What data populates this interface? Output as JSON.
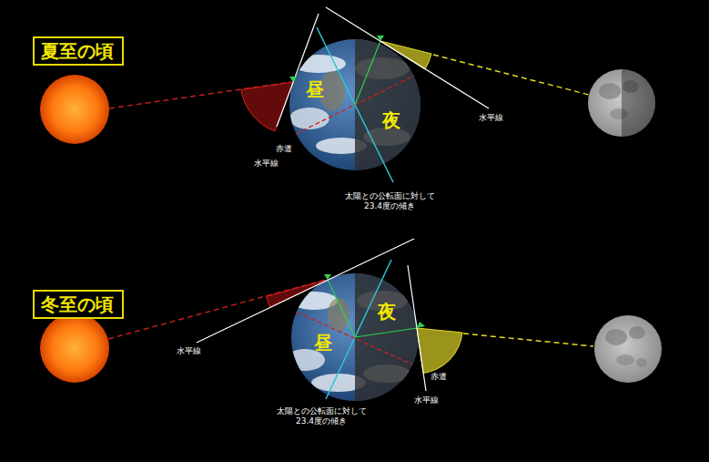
{
  "diagram": {
    "nodes": [
      {
        "text": [
          "夏至の頃"
        ]
      },
      {
        "text": [
          "冬至の頃"
        ]
      }
    ],
    "labels": [
      "昼",
      "夜",
      "赤道",
      "水平線",
      "水平線",
      "太陽との公転面に対して 23.4度の傾き",
      "昼",
      "夜",
      "水平線",
      "赤道",
      "水平線",
      "太陽との公転面に対して 23.4度の傾き"
    ]
  }
}
